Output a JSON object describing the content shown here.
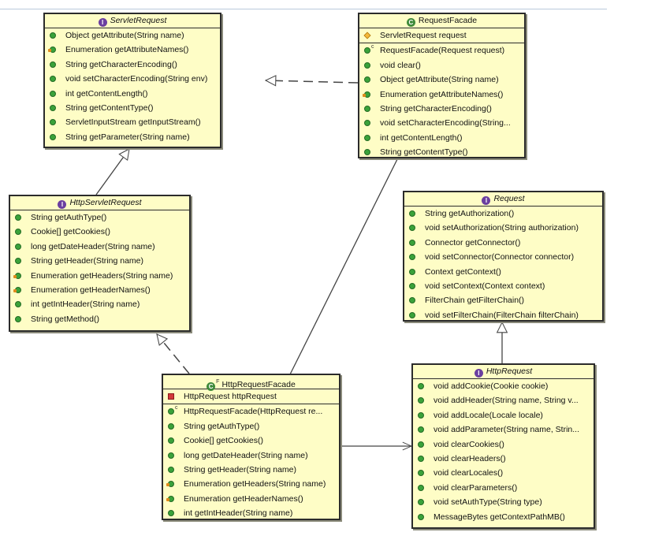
{
  "boxes": {
    "servlet_request": {
      "title": "ServletRequest",
      "kind": "interface",
      "fields": [],
      "methods": [
        {
          "text": "Object getAttribute(String name)",
          "icon": "public-method"
        },
        {
          "text": "Enumeration getAttributeNames()",
          "icon": "abstract-method"
        },
        {
          "text": "String getCharacterEncoding()",
          "icon": "public-method"
        },
        {
          "text": "void setCharacterEncoding(String env)",
          "icon": "public-method"
        },
        {
          "text": "int getContentLength()",
          "icon": "public-method"
        },
        {
          "text": "String getContentType()",
          "icon": "public-method"
        },
        {
          "text": "ServletInputStream getInputStream()",
          "icon": "public-method"
        },
        {
          "text": "String getParameter(String name)",
          "icon": "public-method"
        }
      ]
    },
    "request_facade": {
      "title": "RequestFacade",
      "kind": "class",
      "fields": [
        {
          "text": "ServletRequest request",
          "icon": "field"
        }
      ],
      "methods": [
        {
          "text": "RequestFacade(Request request)",
          "icon": "constructor"
        },
        {
          "text": "void clear()",
          "icon": "public-method"
        },
        {
          "text": "Object getAttribute(String name)",
          "icon": "public-method"
        },
        {
          "text": "Enumeration getAttributeNames()",
          "icon": "abstract-method"
        },
        {
          "text": "String getCharacterEncoding()",
          "icon": "public-method"
        },
        {
          "text": "void setCharacterEncoding(String...",
          "icon": "public-method"
        },
        {
          "text": "int getContentLength()",
          "icon": "public-method"
        },
        {
          "text": "String getContentType()",
          "icon": "public-method"
        }
      ]
    },
    "http_servlet_request": {
      "title": "HttpServletRequest",
      "kind": "interface",
      "fields": [],
      "methods": [
        {
          "text": "String getAuthType()",
          "icon": "public-method"
        },
        {
          "text": "Cookie[] getCookies()",
          "icon": "public-method"
        },
        {
          "text": "long getDateHeader(String name)",
          "icon": "public-method"
        },
        {
          "text": "String getHeader(String name)",
          "icon": "public-method"
        },
        {
          "text": "Enumeration getHeaders(String name)",
          "icon": "abstract-method"
        },
        {
          "text": "Enumeration getHeaderNames()",
          "icon": "abstract-method"
        },
        {
          "text": "int getIntHeader(String name)",
          "icon": "public-method"
        },
        {
          "text": "String getMethod()",
          "icon": "public-method"
        }
      ]
    },
    "request": {
      "title": "Request",
      "kind": "interface",
      "fields": [],
      "methods": [
        {
          "text": "String getAuthorization()",
          "icon": "public-method"
        },
        {
          "text": "void setAuthorization(String authorization)",
          "icon": "public-method"
        },
        {
          "text": "Connector getConnector()",
          "icon": "public-method"
        },
        {
          "text": "void setConnector(Connector connector)",
          "icon": "public-method"
        },
        {
          "text": "Context getContext()",
          "icon": "public-method"
        },
        {
          "text": "void setContext(Context context)",
          "icon": "public-method"
        },
        {
          "text": "FilterChain getFilterChain()",
          "icon": "public-method"
        },
        {
          "text": "void setFilterChain(FilterChain filterChain)",
          "icon": "public-method"
        }
      ]
    },
    "http_request_facade": {
      "title": "HttpRequestFacade",
      "kind": "class",
      "kind_sup": "F",
      "fields": [
        {
          "text": "HttpRequest httpRequest",
          "icon": "private-field"
        }
      ],
      "methods": [
        {
          "text": "HttpRequestFacade(HttpRequest re...",
          "icon": "constructor"
        },
        {
          "text": "String getAuthType()",
          "icon": "public-method"
        },
        {
          "text": "Cookie[] getCookies()",
          "icon": "public-method"
        },
        {
          "text": "long getDateHeader(String name)",
          "icon": "public-method"
        },
        {
          "text": "String getHeader(String name)",
          "icon": "public-method"
        },
        {
          "text": "Enumeration getHeaders(String name)",
          "icon": "abstract-method"
        },
        {
          "text": "Enumeration getHeaderNames()",
          "icon": "abstract-method"
        },
        {
          "text": "int getIntHeader(String name)",
          "icon": "public-method"
        }
      ]
    },
    "http_request": {
      "title": "HttpRequest",
      "kind": "interface",
      "fields": [],
      "methods": [
        {
          "text": "void addCookie(Cookie cookie)",
          "icon": "public-method"
        },
        {
          "text": "void addHeader(String name, String v...",
          "icon": "public-method"
        },
        {
          "text": "void addLocale(Locale locale)",
          "icon": "public-method"
        },
        {
          "text": "void addParameter(String name, Strin...",
          "icon": "public-method"
        },
        {
          "text": "void clearCookies()",
          "icon": "public-method"
        },
        {
          "text": "void clearHeaders()",
          "icon": "public-method"
        },
        {
          "text": "void clearLocales()",
          "icon": "public-method"
        },
        {
          "text": "void clearParameters()",
          "icon": "public-method"
        },
        {
          "text": "void setAuthType(String type)",
          "icon": "public-method"
        },
        {
          "text": "MessageBytes getContextPathMB()",
          "icon": "public-method"
        }
      ]
    }
  }
}
